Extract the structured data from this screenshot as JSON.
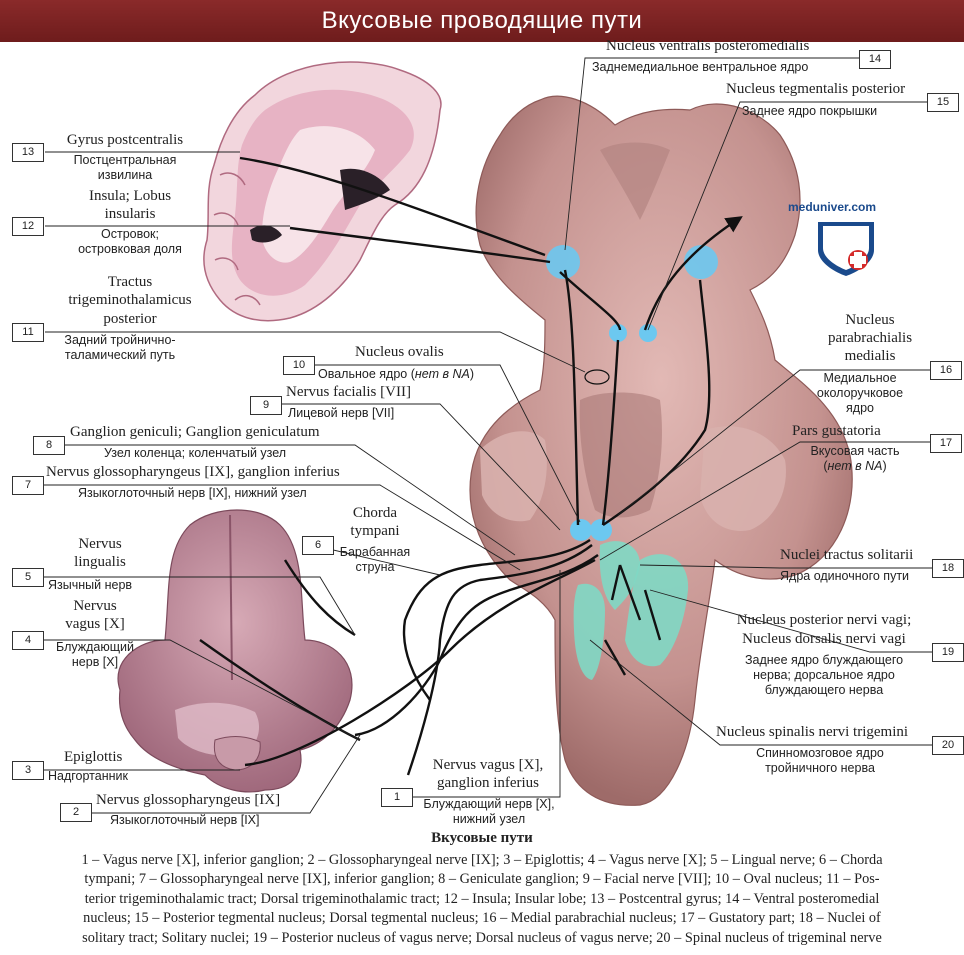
{
  "header": {
    "title": "Вкусовые проводящие пути"
  },
  "brand": {
    "site": "meduniver.com"
  },
  "colors": {
    "header": "#7a2222",
    "brainstem": "#c99a9a",
    "nucleus_blue": "#6cc8f0",
    "solitary_green": "#7fd8c4",
    "cortex": "#e9b9c8"
  },
  "labels": {
    "l1": {
      "num": "1",
      "lat1": "Nervus vagus [X],",
      "lat2": "ganglion inferius",
      "ru1": "Блуждающий нерв [X],",
      "ru2": "нижний узел"
    },
    "l2": {
      "num": "2",
      "lat": "Nervus glossopharyngeus [IX]",
      "ru": "Языкоглоточный нерв [IX]"
    },
    "l3": {
      "num": "3",
      "lat": "Epiglottis",
      "ru": "Надгортанник"
    },
    "l4": {
      "num": "4",
      "lat1": "Nervus",
      "lat2": "vagus [X]",
      "ru1": "Блуждающий",
      "ru2": "нерв [X]"
    },
    "l5": {
      "num": "5",
      "lat1": "Nervus",
      "lat2": "lingualis",
      "ru": "Язычный нерв"
    },
    "l6": {
      "num": "6",
      "lat1": "Chorda",
      "lat2": "tympani",
      "ru1": "Барабанная",
      "ru2": "струна"
    },
    "l7": {
      "num": "7",
      "lat": "Nervus glossopharyngeus [IX], ganglion inferius",
      "ru": "Языкоглоточный нерв [IX], нижний узел"
    },
    "l8": {
      "num": "8",
      "lat": "Ganglion geniculi; Ganglion geniculatum",
      "ru": "Узел коленца; коленчатый узел"
    },
    "l9": {
      "num": "9",
      "lat": "Nervus facialis [VII]",
      "ru": "Лицевой нерв [VII]"
    },
    "l10": {
      "num": "10",
      "lat": "Nucleus ovalis",
      "ru_pre": "Овальное ядро (",
      "ru_it": "нет в NA",
      "ru_post": ")"
    },
    "l11": {
      "num": "11",
      "lat1": "Tractus",
      "lat2": "trigeminothalamicus",
      "lat3": "posterior",
      "ru1": "Задний тройнично-",
      "ru2": "таламический путь"
    },
    "l12": {
      "num": "12",
      "lat1": "Insula; Lobus",
      "lat2": "insularis",
      "ru1": "Островок;",
      "ru2": "островковая доля"
    },
    "l13": {
      "num": "13",
      "lat": "Gyrus postcentralis",
      "ru1": "Постцентральная",
      "ru2": "извилина"
    },
    "l14": {
      "num": "14",
      "lat": "Nucleus ventralis posteromedialis",
      "ru": "Заднемедиальное вентральное ядро"
    },
    "l15": {
      "num": "15",
      "lat": "Nucleus tegmentalis posterior",
      "ru": "Заднее ядро покрышки"
    },
    "l16": {
      "num": "16",
      "lat1": "Nucleus",
      "lat2": "parabrachialis",
      "lat3": "medialis",
      "ru1": "Медиальное",
      "ru2": "околоручковое",
      "ru3": "ядро"
    },
    "l17": {
      "num": "17",
      "lat": "Pars gustatoria",
      "ru1": "Вкусовая часть",
      "ru2_pre": "(",
      "ru2_it": "нет в NA",
      "ru2_post": ")"
    },
    "l18": {
      "num": "18",
      "lat": "Nuclei tractus solitarii",
      "ru": "Ядра одиночного пути"
    },
    "l19": {
      "num": "19",
      "lat1": "Nucleus posterior nervi vagi;",
      "lat2": "Nucleus dorsalis nervi vagi",
      "ru1": "Заднее ядро блуждающего",
      "ru2": "нерва; дорсальное ядро",
      "ru3": "блуждающего нерва"
    },
    "l20": {
      "num": "20",
      "lat": "Nucleus spinalis nervi trigemini",
      "ru1": "Спинномозговое ядро",
      "ru2": "тройничного нерва"
    }
  },
  "caption": {
    "title": "Вкусовые пути",
    "line1": "1 – Vagus nerve [X], inferior ganglion; 2 – Glossopharyngeal nerve [IX]; 3 – Epiglottis; 4 – Vagus nerve [X]; 5 – Lingual nerve; 6 – Chorda",
    "line2": "tympani; 7 – Glossopharyngeal nerve [IX], inferior ganglion; 8 – Geniculate ganglion; 9 – Facial nerve [VII]; 10 – Oval nucleus; 11 – Pos-",
    "line3": "terior trigeminothalamic tract; Dorsal trigeminothalamic tract; 12 – Insula; Insular lobe; 13 – Postcentral gyrus; 14 – Ventral posteromedial",
    "line4": "nucleus; 15 – Posterior tegmental nucleus; Dorsal tegmental nucleus; 16 – Medial parabrachial nucleus; 17 – Gustatory part; 18 – Nuclei of",
    "line5": "solitary tract; Solitary nuclei; 19 – Posterior nucleus of vagus nerve; Dorsal nucleus of vagus nerve; 20 – Spinal nucleus of trigeminal nerve"
  }
}
